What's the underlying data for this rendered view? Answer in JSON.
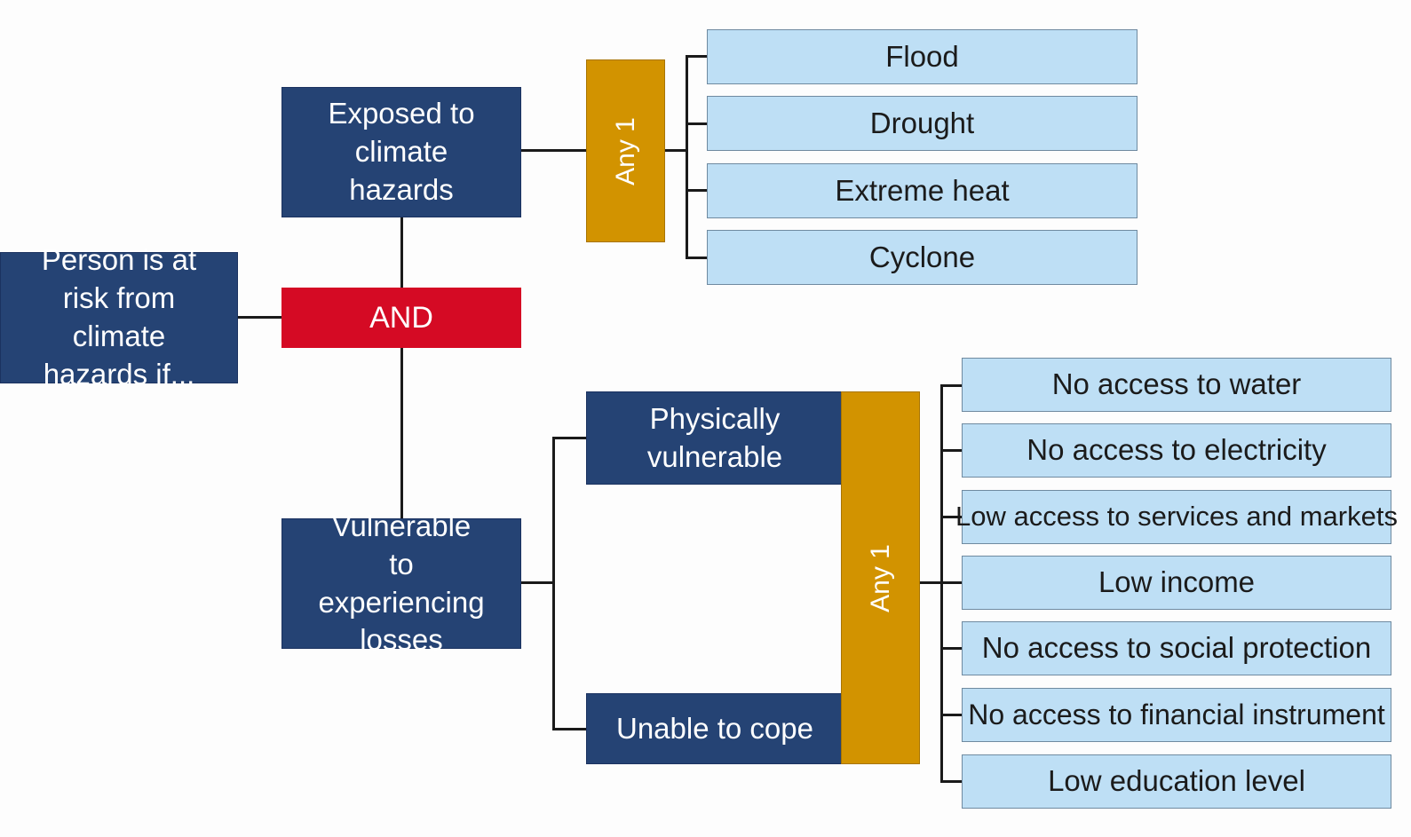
{
  "root": "Person is at risk from climate hazards if...",
  "and_gate": "AND",
  "exposed": "Exposed to climate hazards",
  "vulnerable": "Vulnerable to experiencing losses",
  "physically": "Physically vulnerable",
  "unable": "Unable to cope",
  "any_top": "Any 1",
  "any_bottom": "Any 1",
  "hazards": [
    "Flood",
    "Drought",
    "Extreme heat",
    "Cyclone"
  ],
  "factors": [
    "No access to water",
    "No access to electricity",
    "Low access to services and markets",
    "Low income",
    "No access to social protection",
    "No access to financial instrument",
    "Low education level"
  ],
  "colors": {
    "dark_blue": "#254374",
    "red": "#d50a24",
    "gold": "#d29300",
    "light_blue": "#bedff5"
  }
}
